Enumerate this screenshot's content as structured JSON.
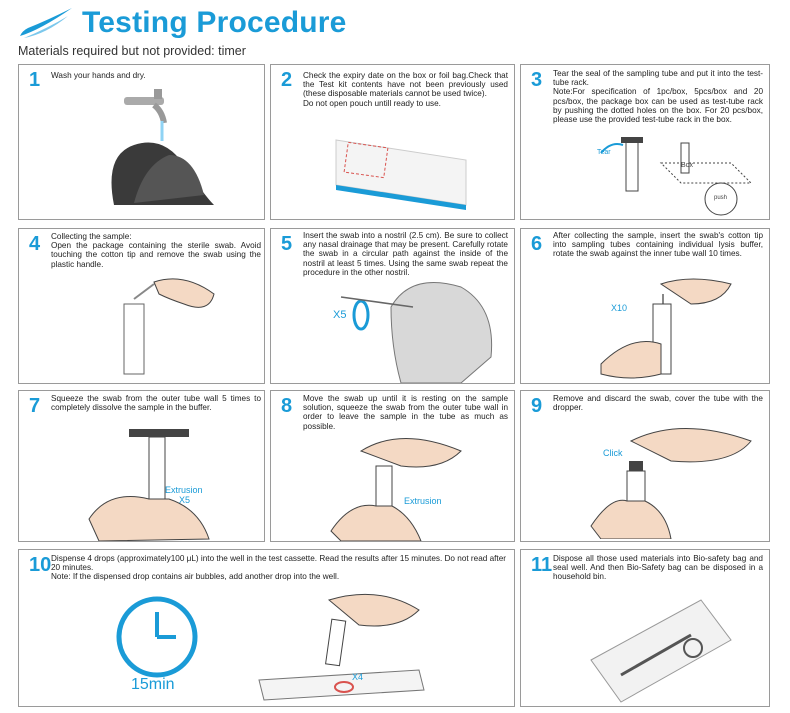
{
  "header": {
    "title": "Testing Procedure",
    "subtitle": "Materials required but not provided: timer"
  },
  "steps": [
    {
      "num": "1",
      "text": "Wash your hands and dry."
    },
    {
      "num": "2",
      "text": "Check the expiry date on the box or foil bag.Check that the Test kit contents have not been previously used (these disposable materials cannot be used twice).\nDo not open pouch untill ready to use."
    },
    {
      "num": "3",
      "text": "Tear the seal of the sampling tube and put it into the test-tube rack.\nNote:For specification of 1pc/box, 5pcs/box and 20 pcs/box, the package box can be used as test-tube rack by pushing the dotted holes on the box. For 20 pcs/box, please use the provided test-tube rack in the box.",
      "labels": {
        "tear": "Tear",
        "box": "Box",
        "push": "push"
      }
    },
    {
      "num": "4",
      "text": "Collecting the sample:\nOpen the package containing the sterile swab. Avoid touching the cotton tip and remove the swab using the plastic handle."
    },
    {
      "num": "5",
      "text": "Insert the swab into a nostril (2.5 cm). Be sure to collect any nasal drainage that may be present. Carefully rotate the swab in a circular path against the inside of the nostril at least 5 times. Using the same swab repeat the procedure in the other nostril.",
      "labels": {
        "times": "X5"
      }
    },
    {
      "num": "6",
      "text": "After collecting the sample, insert the swab's cotton tip into sampling tubes containing individual lysis buffer, rotate the swab against the inner tube wall 10 times.",
      "labels": {
        "times": "X10"
      }
    },
    {
      "num": "7",
      "text": "Squeeze the swab from the outer tube wall 5 times to completely dissolve the sample in the buffer.",
      "labels": {
        "extrusion": "Extrusion",
        "times": "X5"
      }
    },
    {
      "num": "8",
      "text": "Move the swab up until it is resting on the sample solution, squeeze the swab from the outer tube wall in order to leave the sample in the tube as much as possible.",
      "labels": {
        "extrusion": "Extrusion"
      }
    },
    {
      "num": "9",
      "text": "Remove and discard the swab, cover the tube with the dropper.",
      "labels": {
        "click": "Click"
      }
    },
    {
      "num": "10",
      "text": "Dispense 4 drops (approximately100 μL) into the well in the test cassette. Read the results after 15 minutes. Do not read after 20 minutes.\nNote: If the dispensed drop contains air bubbles, add another drop into the well.",
      "labels": {
        "minutes": "15min",
        "drops": "X4"
      }
    },
    {
      "num": "11",
      "text": "Dispose all those used materials into Bio-safety bag and seal well. And then Bio-Safety bag can be disposed in a household bin."
    }
  ],
  "colors": {
    "accent": "#1a9bd7",
    "border": "#9a9a9a",
    "glove": "#3a3a3a"
  }
}
